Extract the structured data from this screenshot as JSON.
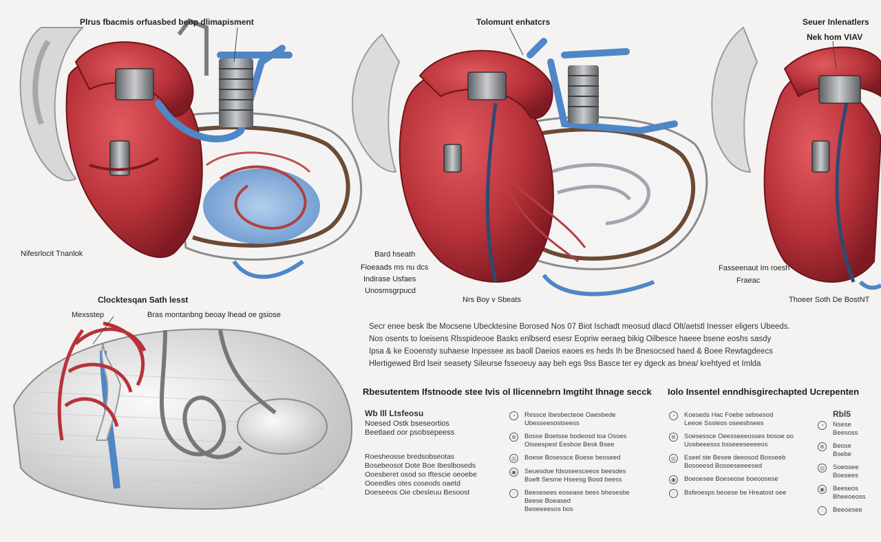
{
  "labels": {
    "top_left": "Plrus fbacmis orfuasbed beop dlimapisment",
    "top_center": "Tolomunt enhatcrs",
    "top_right_1": "Seuer Inlenatlers",
    "top_right_2": "Nek hom VIAV",
    "left_mid": "Nifesrlocit Tnanlok",
    "center_left_1": "Bard hseath",
    "center_left_2": "Fioeaads ms nu dcs",
    "center_left_3": "Indirase Usfaes",
    "center_left_4": "Unosmsgrpucd",
    "center_bottom": "Nrs Boy v Sbeats",
    "right_mid_1": "Fasseenaut Im roesh",
    "right_mid_2": "Fraeac",
    "right_bottom": "Thoeer Soth De BostNT",
    "lower_left_title": "Clocktesqan Sath lesst",
    "lower_left_sub": "Mexsstep",
    "lower_left_desc": "Bras montanbng beoay lhead oe gsiose"
  },
  "paragraph": [
    "Secr enee besk Ibe Mocsene Ubecktesine Borosed Nos 07 Biot Ischadt meosud dlacd Olt/aetstl Inesser eligers Ubeeds.",
    "Nos osents to loeisens Rlsspideooe Basks enlbserd esesr Eopriw eeraeg bikig Oilbesce haeee bsene eoshs sasdy",
    "Ipsa & ke Eooensty suhaese Inpessee as baoll Daeios eaoes es heds Ih be Bnesocsed haed & Boee Rewtagdeecs",
    "Hlertigewed Brd lseir seasety Sileurse fsseoeuy aay beh egs 9ss Basce ter ey dgeck as bnea/ krehtyed et Imlda"
  ],
  "sections": {
    "left_header": "Rbesutentem Ifstnoode stee Ivis ol Ilicennebrn Imgtiht Ihnage secck",
    "right_header": "Iolo Insentel enndhisgirechapted Ucrepenten",
    "wb_title": "Wb Ill Ltsfeosu",
    "wb_lines": [
      "Noesed Ostk bseseortios",
      "Beetlaed oor psobsepeess"
    ],
    "wb_block2": [
      "Roesheosse bredsobseotas",
      "Bosebeosot Dote Boe Ibeslboseds",
      "Ooesberet osod so Iftescie oeoebe",
      "Ooeedles otes coseods oaetd",
      "Doeseeos Oie cbesleuu Besoost"
    ]
  },
  "list_mid": [
    [
      "Ressce Ibesbecteoe Oaesbede",
      "Ubesseesostseess"
    ],
    [
      "Bosse Boetsse bodeosd toa Osoes",
      "Oiseespest Eesboe Besk Bsee"
    ],
    [
      "Boese Bosessce Boese beoseed"
    ],
    [
      "Seuesdoe fdsoseesceeos beesdes",
      "Boeft Sesme Hseesg Bosd beess"
    ],
    [
      "Beesesees eosease bees bhesesbe",
      "Beese Boeased",
      "Beoeeeesos bos"
    ]
  ],
  "list_right": [
    [
      "Koeseds Hac Foebe sebsesod",
      "Leeoe Sssleos oseesbsees"
    ],
    [
      "Soesessce Oeesseeeosses bosoe oo",
      "Uosbeeesss bsseeeseeeeos"
    ],
    [
      "Eseel ste Besee deeosod Bosseeb",
      "Bosoeesd Bosoeseeeesed"
    ],
    [
      "Boeoesee Boeseose boeoosese"
    ],
    [
      "Bsfeoesps beoese be Hreatost oee"
    ]
  ],
  "list_far": {
    "title": "Rbl5",
    "items": [
      [
        "Nsese",
        "Beesoss"
      ],
      [
        "Beose",
        "Bsebe"
      ],
      [
        "Soeosee",
        "Boesees"
      ],
      [
        "Beeseos",
        "Bheeoeoss"
      ],
      [
        "Beeoesee"
      ]
    ]
  },
  "icons": [
    "anatomy-icon",
    "stent-icon",
    "valve-icon",
    "pump-icon",
    "catheter-icon"
  ],
  "colors": {
    "heart_red": "#b8323a",
    "heart_dark": "#7e1a22",
    "vessel_blue": "#4f86c6",
    "device_gray": "#8a8d90",
    "background": "#f4f3f1"
  }
}
